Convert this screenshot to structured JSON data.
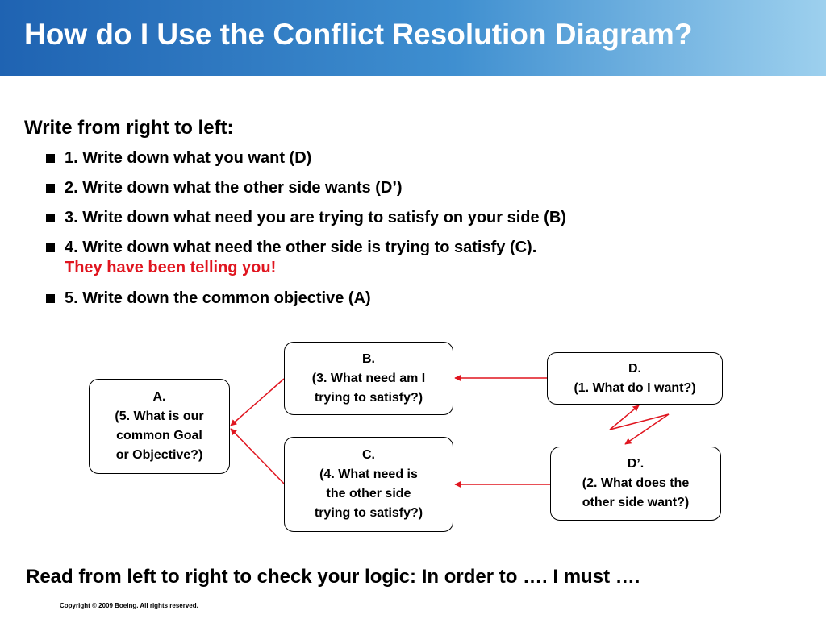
{
  "title": "How do I Use the Conflict Resolution Diagram?",
  "intro": "Write from right to left:",
  "steps": [
    {
      "text": "1.  Write down what you want (D)"
    },
    {
      "text": "2.  Write down what the other side wants (D’)"
    },
    {
      "text": "3.  Write down what need you are trying to satisfy on your side (B)"
    },
    {
      "text": "4.  Write down what need the other side is trying to satisfy (C).",
      "note": "They have been telling you!"
    },
    {
      "text": "5.  Write down the common objective (A)"
    }
  ],
  "diagram": {
    "nodes": {
      "A": {
        "label": "A.",
        "lines": [
          "(5. What is our",
          "common Goal",
          "or Objective?)"
        ]
      },
      "B": {
        "label": "B.",
        "lines": [
          "(3. What need am I",
          "trying to satisfy?)"
        ]
      },
      "C": {
        "label": "C.",
        "lines": [
          "(4. What need is",
          "the other side",
          "trying to satisfy?)"
        ]
      },
      "D": {
        "label": "D.",
        "lines": [
          "(1. What do I want?)"
        ]
      },
      "Dp": {
        "label": "D’.",
        "lines": [
          "(2. What does the",
          "other side want?)"
        ]
      }
    },
    "connections": [
      {
        "from": "B",
        "to": "A"
      },
      {
        "from": "C",
        "to": "A"
      },
      {
        "from": "D",
        "to": "B"
      },
      {
        "from": "Dp",
        "to": "C"
      },
      {
        "from": "D",
        "to": "Dp",
        "style": "conflict"
      }
    ],
    "arrow_color": "#e0151f"
  },
  "footer": "Read from left to right to check your logic: In order to …. I must ….",
  "copyright": "Copyright © 2009 Boeing. All rights reserved.",
  "colors": {
    "title_gradient_start": "#1f63b2",
    "title_gradient_end": "#9dd0ee",
    "note": "#e0151f"
  }
}
